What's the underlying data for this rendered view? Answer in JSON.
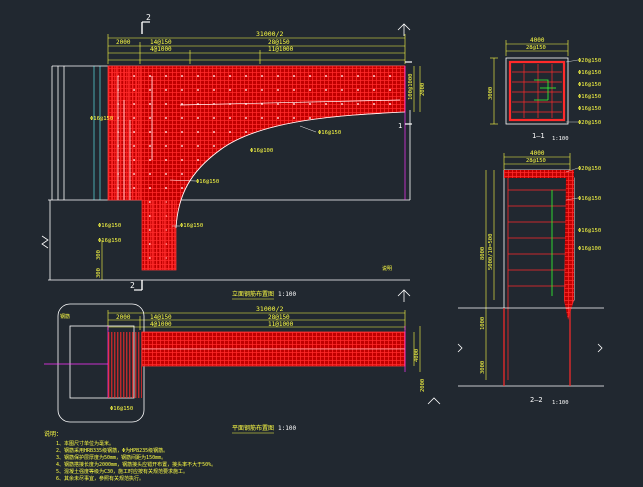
{
  "colors": {
    "background": "#212830",
    "rebar": "#ff1a1a",
    "dimension": "#ffff44",
    "outline": "#ffffff",
    "leader": "#f0f0f0",
    "green": "#33ff33",
    "magenta": "#ff33ff",
    "cyan": "#66ffff"
  },
  "elevation": {
    "section_mark_top": "2",
    "section_mark_bottom": "2",
    "dim_total": "31000/2",
    "dim_left": "2000",
    "dim_a": "14@150",
    "dim_b": "28@150",
    "dim_c": "4@1000",
    "dim_d": "11@1000",
    "right_dims": [
      "100@1000",
      "2000"
    ],
    "labels": [
      "Φ16@150",
      "Φ16@150",
      "Φ16@100",
      "Φ16@150",
      "Φ16@150",
      "Φ16@150",
      "Φ16@150"
    ],
    "section_1": "1",
    "bottom_dims": [
      "300",
      "300"
    ],
    "small_tag": "说明",
    "title": "立面钢筋布置图",
    "scale": "1:100"
  },
  "plan": {
    "dim_total": "31000/2",
    "dim_left": "2000",
    "dim_a": "14@150",
    "dim_b": "28@150",
    "dim_c": "4@1000",
    "dim_d": "11@1000",
    "right_dims": [
      "4000",
      "2000"
    ],
    "side_tag": "钢筋",
    "label": "Φ16@150",
    "title": "平面钢筋布置图",
    "scale": "1:100"
  },
  "section11": {
    "dim_top": "4000",
    "dim_sub": "28@150",
    "dim_left": "3000",
    "labels": [
      "Φ20@150",
      "Φ16@150",
      "Φ16@150",
      "Φ16@150",
      "Φ16@150",
      "Φ20@150"
    ],
    "title": "1—1",
    "scale": "1:100"
  },
  "section22": {
    "dim_top": "4000",
    "dim_sub": "28@150",
    "dim_left": [
      "8000",
      "5000/10=500"
    ],
    "dim_bottom": [
      "1000",
      "3000"
    ],
    "labels": [
      "Φ20@150",
      "Φ16@150",
      "Φ16@150",
      "Φ16@100"
    ],
    "title": "2—2",
    "scale": "1:100"
  },
  "notes": {
    "heading": "说明：",
    "lines": [
      "1、本图尺寸单位为毫米。",
      "2、钢筋采用HRB335级钢筋，Φ为HPB235级钢筋。",
      "3、钢筋保护层厚度为50mm，钢筋间距为150mm。",
      "4、钢筋搭接长度为2000mm，钢筋接头应错开布置，接头率不大于50%。",
      "5、混凝土强度等级为C30，施工时应按有关规范要求施工。",
      "6、其余未尽事宜，参照有关规范执行。"
    ]
  }
}
